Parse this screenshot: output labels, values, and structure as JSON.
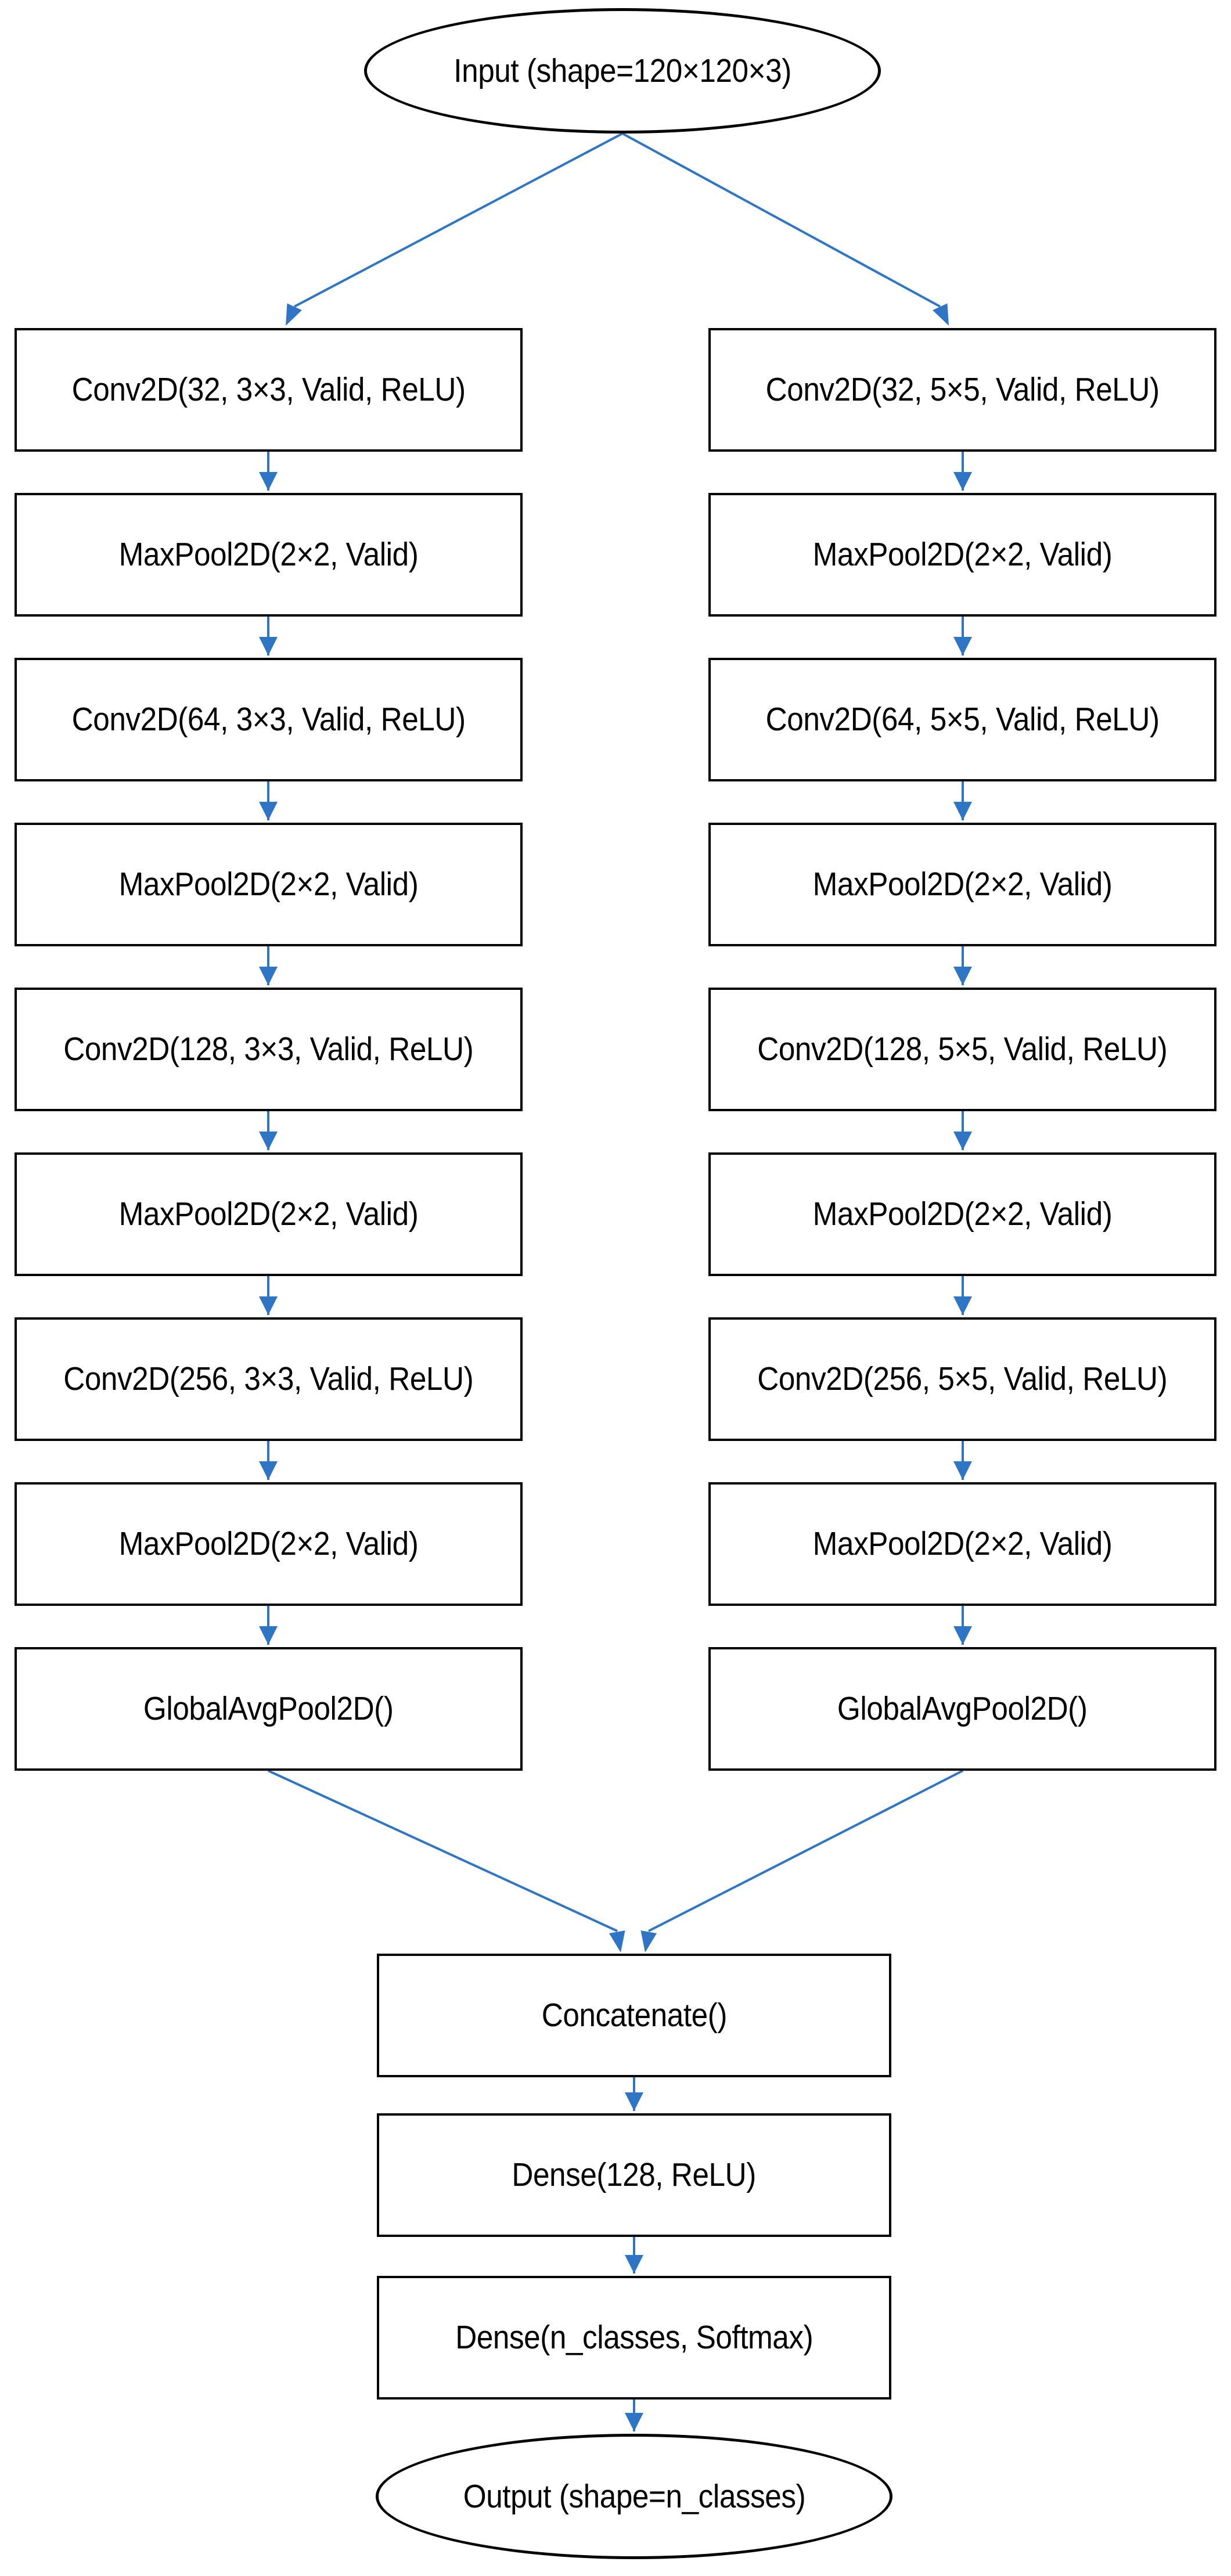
{
  "nodes": {
    "input": {
      "label": "Input (shape=120×120×3)"
    },
    "left_branch": [
      "Conv2D(32, 3×3, Valid, ReLU)",
      "MaxPool2D(2×2, Valid)",
      "Conv2D(64, 3×3, Valid, ReLU)",
      "MaxPool2D(2×2, Valid)",
      "Conv2D(128, 3×3, Valid, ReLU)",
      "MaxPool2D(2×2, Valid)",
      "Conv2D(256, 3×3, Valid, ReLU)",
      "MaxPool2D(2×2, Valid)",
      "GlobalAvgPool2D()"
    ],
    "right_branch": [
      "Conv2D(32, 5×5, Valid, ReLU)",
      "MaxPool2D(2×2, Valid)",
      "Conv2D(64, 5×5, Valid, ReLU)",
      "MaxPool2D(2×2, Valid)",
      "Conv2D(128, 5×5, Valid, ReLU)",
      "MaxPool2D(2×2, Valid)",
      "Conv2D(256, 5×5, Valid, ReLU)",
      "MaxPool2D(2×2, Valid)",
      "GlobalAvgPool2D()"
    ],
    "merge": [
      "Concatenate()",
      "Dense(128, ReLU)",
      "Dense(n_classes, Softmax)"
    ],
    "output": {
      "label": "Output (shape=n_classes)"
    }
  },
  "colors": {
    "arrow": "#2E75C6",
    "node_border": "#000000",
    "node_fill": "#FFFFFF",
    "text": "#000000",
    "background": "#FFFFFF"
  }
}
